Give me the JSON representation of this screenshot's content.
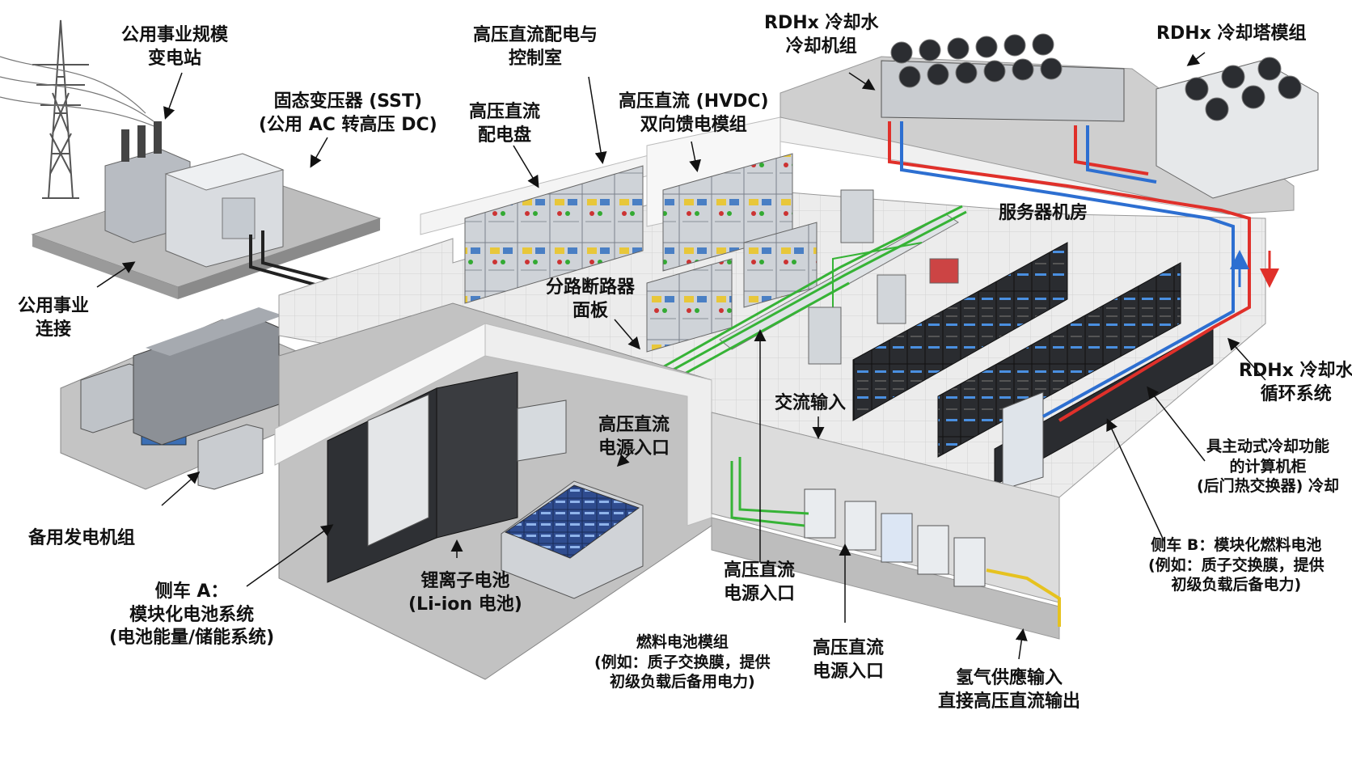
{
  "labels": {
    "utility_substation": [
      "公用事业规模",
      "变电站"
    ],
    "sst": [
      "固态变压器 (SST)",
      "(公用 AC 转高压 DC)"
    ],
    "utility_connection": [
      "公用事业",
      "连接"
    ],
    "backup_generators": [
      "备用发电机组"
    ],
    "sidecar_a": [
      "侧车 A：",
      "模块化电池系统",
      "(电池能量/储能系统)"
    ],
    "li_ion_battery": [
      "锂离子电池",
      "(Li-ion 电池)"
    ],
    "hvdc_control_room": [
      "高压直流配电与",
      "控制室"
    ],
    "hvdc_panel": [
      "高压直流",
      "配电盘"
    ],
    "hvdc_feeder": [
      "高压直流 (HVDC)",
      "双向馈电模组"
    ],
    "branch_breaker": [
      "分路断路器",
      "面板"
    ],
    "hvdc_inlet_battery": [
      "高压直流",
      "电源入口"
    ],
    "ac_input": [
      "交流输入"
    ],
    "hvdc_inlet_center": [
      "高压直流",
      "电源入口"
    ],
    "fuel_cell_module": [
      "燃料电池模组",
      "(例如：质子交换膜，提供",
      "初级负载后备用电力)"
    ],
    "hvdc_inlet_bottom": [
      "高压直流",
      "电源入口"
    ],
    "hydrogen": [
      "氢气供應输入",
      "直接高压直流输出"
    ],
    "rdhx_chiller": [
      "RDHx 冷却水",
      "冷却机组"
    ],
    "rdhx_tower": [
      "RDHx 冷却塔模组"
    ],
    "server_room": [
      "服务器机房"
    ],
    "rdhx_loop": [
      "RDHx 冷却水",
      "循环系统"
    ],
    "active_cooling_rack": [
      "具主动式冷却功能",
      "的计算机柜",
      "(后门热交换器) 冷却"
    ],
    "sidecar_b": [
      "侧车 B：模块化燃料电池",
      "(例如：质子交换膜，提供",
      "初级负载后备电力)"
    ]
  },
  "colors": {
    "hot_water": "#e0302a",
    "cold_water": "#2d6fd1",
    "hvdc_bus": "#36b336",
    "hydrogen_line": "#e6c21f",
    "floor": "#c9c9c9",
    "wall": "#f2f2f2",
    "rack": "#2a2c30"
  },
  "icons": [
    "transmission-tower-icon",
    "transformer-icon",
    "generator-icon",
    "battery-rack-icon",
    "server-rack-icon",
    "cooling-fan-icon",
    "fuel-cell-icon"
  ]
}
